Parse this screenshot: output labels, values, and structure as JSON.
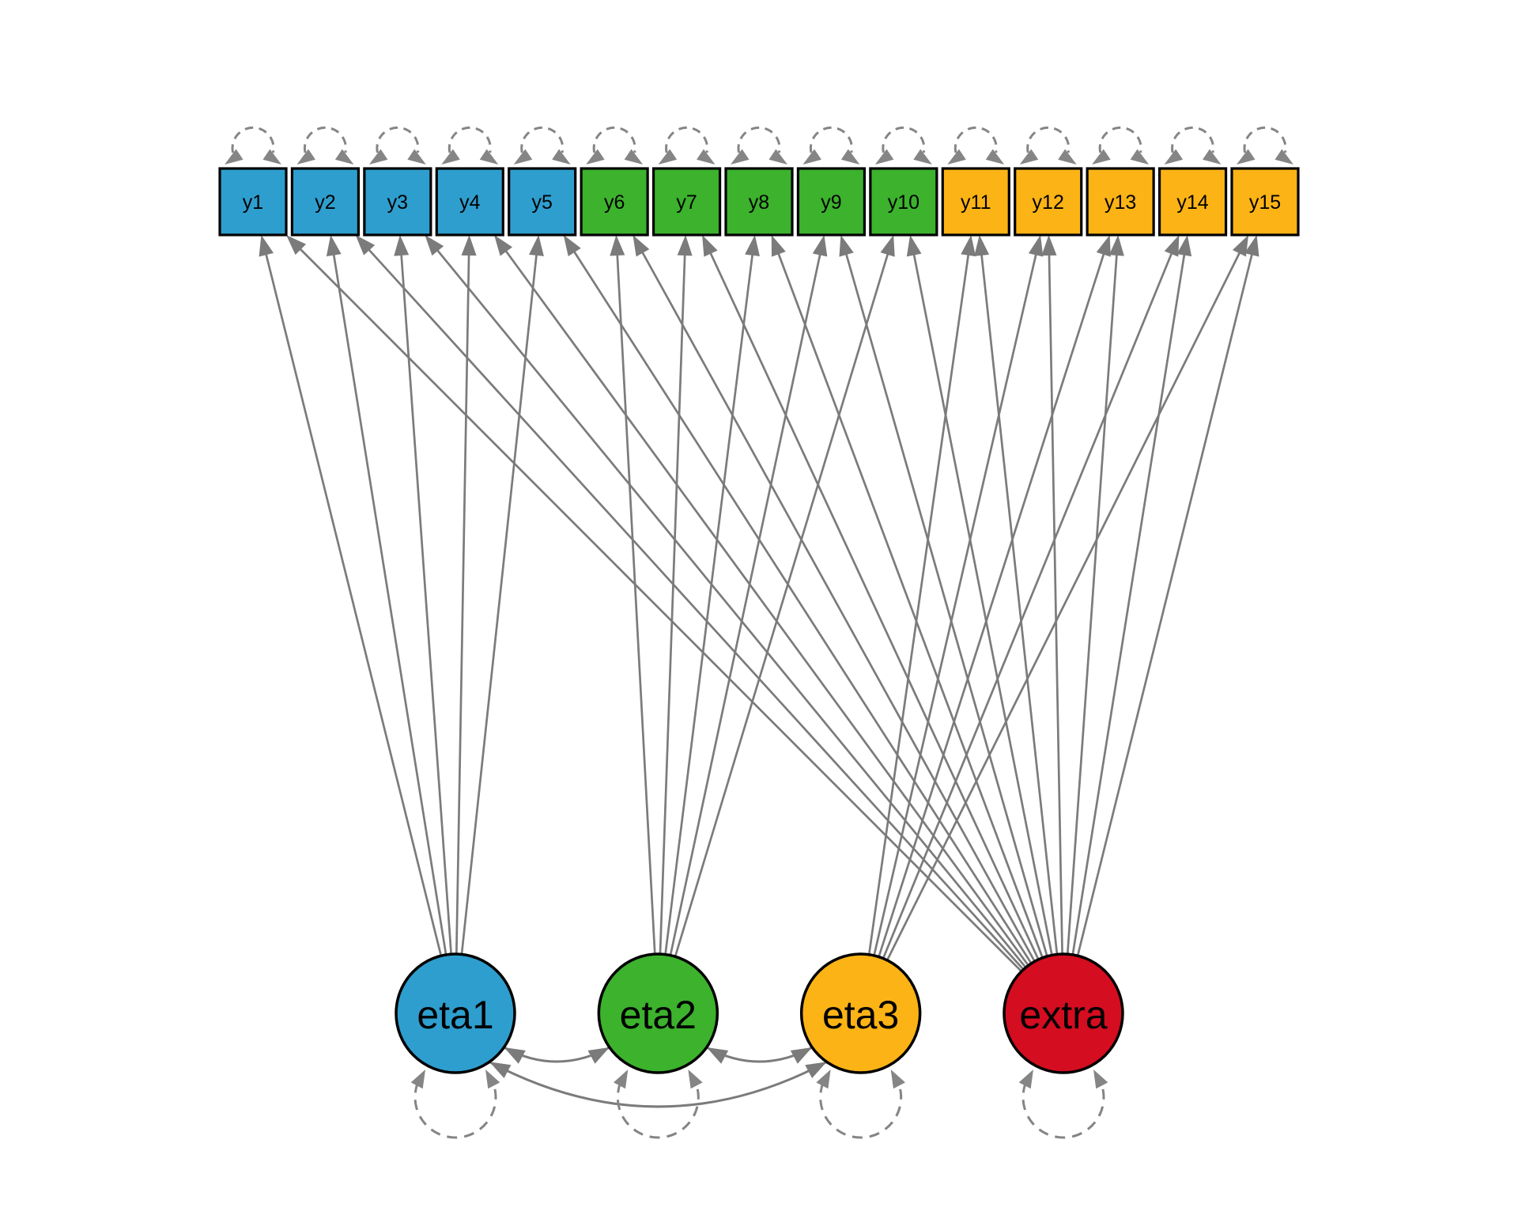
{
  "diagram": {
    "type": "sem-path-diagram",
    "background": "#ffffff",
    "edge_color": "#7b7b7b",
    "loop_color": "#858585",
    "node_border_color": "#000000",
    "group_colors": {
      "g1": "#2E9ECE",
      "g2": "#3CB22D",
      "g3": "#FCB315",
      "general": "#D40D20"
    },
    "observed_nodes": [
      {
        "id": "y1",
        "label": "y1",
        "group": "g1"
      },
      {
        "id": "y2",
        "label": "y2",
        "group": "g1"
      },
      {
        "id": "y3",
        "label": "y3",
        "group": "g1"
      },
      {
        "id": "y4",
        "label": "y4",
        "group": "g1"
      },
      {
        "id": "y5",
        "label": "y5",
        "group": "g1"
      },
      {
        "id": "y6",
        "label": "y6",
        "group": "g2"
      },
      {
        "id": "y7",
        "label": "y7",
        "group": "g2"
      },
      {
        "id": "y8",
        "label": "y8",
        "group": "g2"
      },
      {
        "id": "y9",
        "label": "y9",
        "group": "g2"
      },
      {
        "id": "y10",
        "label": "y10",
        "group": "g2"
      },
      {
        "id": "y11",
        "label": "y11",
        "group": "g3"
      },
      {
        "id": "y12",
        "label": "y12",
        "group": "g3"
      },
      {
        "id": "y13",
        "label": "y13",
        "group": "g3"
      },
      {
        "id": "y14",
        "label": "y14",
        "group": "g3"
      },
      {
        "id": "y15",
        "label": "y15",
        "group": "g3"
      }
    ],
    "latent_nodes": [
      {
        "id": "eta1",
        "label": "eta1",
        "group": "g1"
      },
      {
        "id": "eta2",
        "label": "eta2",
        "group": "g2"
      },
      {
        "id": "eta3",
        "label": "eta3",
        "group": "g3"
      },
      {
        "id": "extra",
        "label": "extra",
        "group": "general"
      }
    ],
    "loadings": [
      {
        "from": "eta1",
        "to": [
          "y1",
          "y2",
          "y3",
          "y4",
          "y5"
        ]
      },
      {
        "from": "eta2",
        "to": [
          "y6",
          "y7",
          "y8",
          "y9",
          "y10"
        ]
      },
      {
        "from": "eta3",
        "to": [
          "y11",
          "y12",
          "y13",
          "y14",
          "y15"
        ]
      },
      {
        "from": "extra",
        "to": [
          "y1",
          "y2",
          "y3",
          "y4",
          "y5",
          "y6",
          "y7",
          "y8",
          "y9",
          "y10",
          "y11",
          "y12",
          "y13",
          "y14",
          "y15"
        ]
      }
    ],
    "covariances": [
      {
        "between": [
          "eta1",
          "eta2"
        ],
        "depth": "shallow"
      },
      {
        "between": [
          "eta2",
          "eta3"
        ],
        "depth": "shallow"
      },
      {
        "between": [
          "eta1",
          "eta3"
        ],
        "depth": "deep"
      }
    ],
    "variance_loops": {
      "observed": [
        "y1",
        "y2",
        "y3",
        "y4",
        "y5",
        "y6",
        "y7",
        "y8",
        "y9",
        "y10",
        "y11",
        "y12",
        "y13",
        "y14",
        "y15"
      ],
      "latent": [
        "eta1",
        "eta2",
        "eta3",
        "extra"
      ]
    }
  }
}
